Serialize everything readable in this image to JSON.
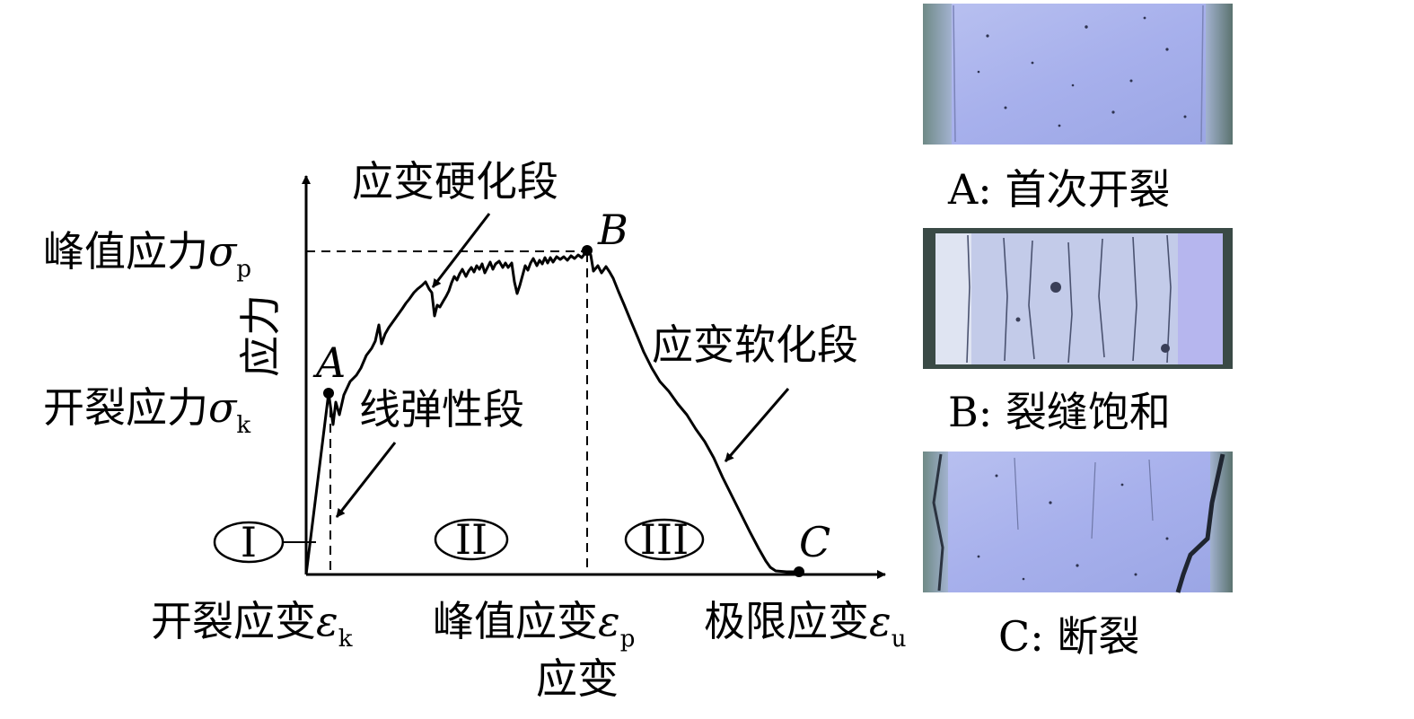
{
  "diagram": {
    "stages": {
      "elastic": "线弹性段",
      "hardening": "应变硬化段",
      "softening": "应变软化段"
    },
    "zones": [
      "I",
      "II",
      "III"
    ],
    "y_axis": {
      "title": "应力",
      "peak_label": "峰值应力",
      "peak_symbol": "σ",
      "peak_sub": "p",
      "crack_label": "开裂应力",
      "crack_symbol": "σ",
      "crack_sub": "k"
    },
    "x_axis": {
      "title": "应变",
      "crack_label": "开裂应变",
      "crack_symbol": "ε",
      "crack_sub": "k",
      "peak_label": "峰值应变",
      "peak_symbol": "ε",
      "peak_sub": "p",
      "ultimate_label": "极限应变",
      "ultimate_symbol": "ε",
      "ultimate_sub": "u"
    },
    "points": {
      "a": "A",
      "b": "B",
      "c": "C"
    }
  },
  "photos": [
    {
      "caption": "A: 首次开裂"
    },
    {
      "caption": "B: 裂缝饱和"
    },
    {
      "caption": "C: 断裂"
    }
  ],
  "colors": {
    "line": "#000000",
    "photo_background": "#aab3ec",
    "photo_frame_edge": "#3a4a46"
  }
}
